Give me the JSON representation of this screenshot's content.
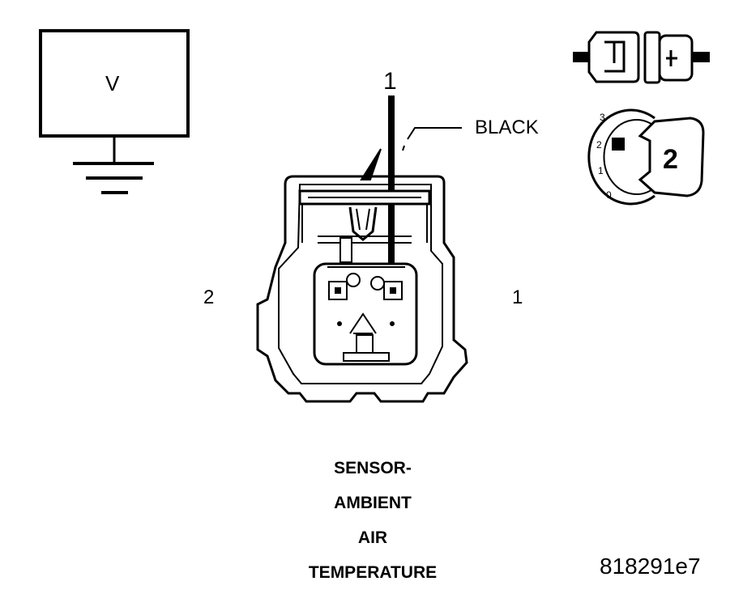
{
  "meter": {
    "label": "V"
  },
  "pin_callout": {
    "number": "1"
  },
  "connector": {
    "color_label": "BLACK",
    "pin_left": "2",
    "pin_right": "1"
  },
  "position_icon": {
    "number": "2",
    "scale": [
      "3",
      "2",
      "1",
      "0"
    ]
  },
  "component_name": [
    "SENSOR-",
    "AMBIENT",
    "AIR",
    "TEMPERATURE"
  ],
  "figure_id": "818291e7",
  "colors": {
    "ink": "#000000",
    "paper": "#ffffff",
    "fill_gray": "#d9d9d9"
  }
}
